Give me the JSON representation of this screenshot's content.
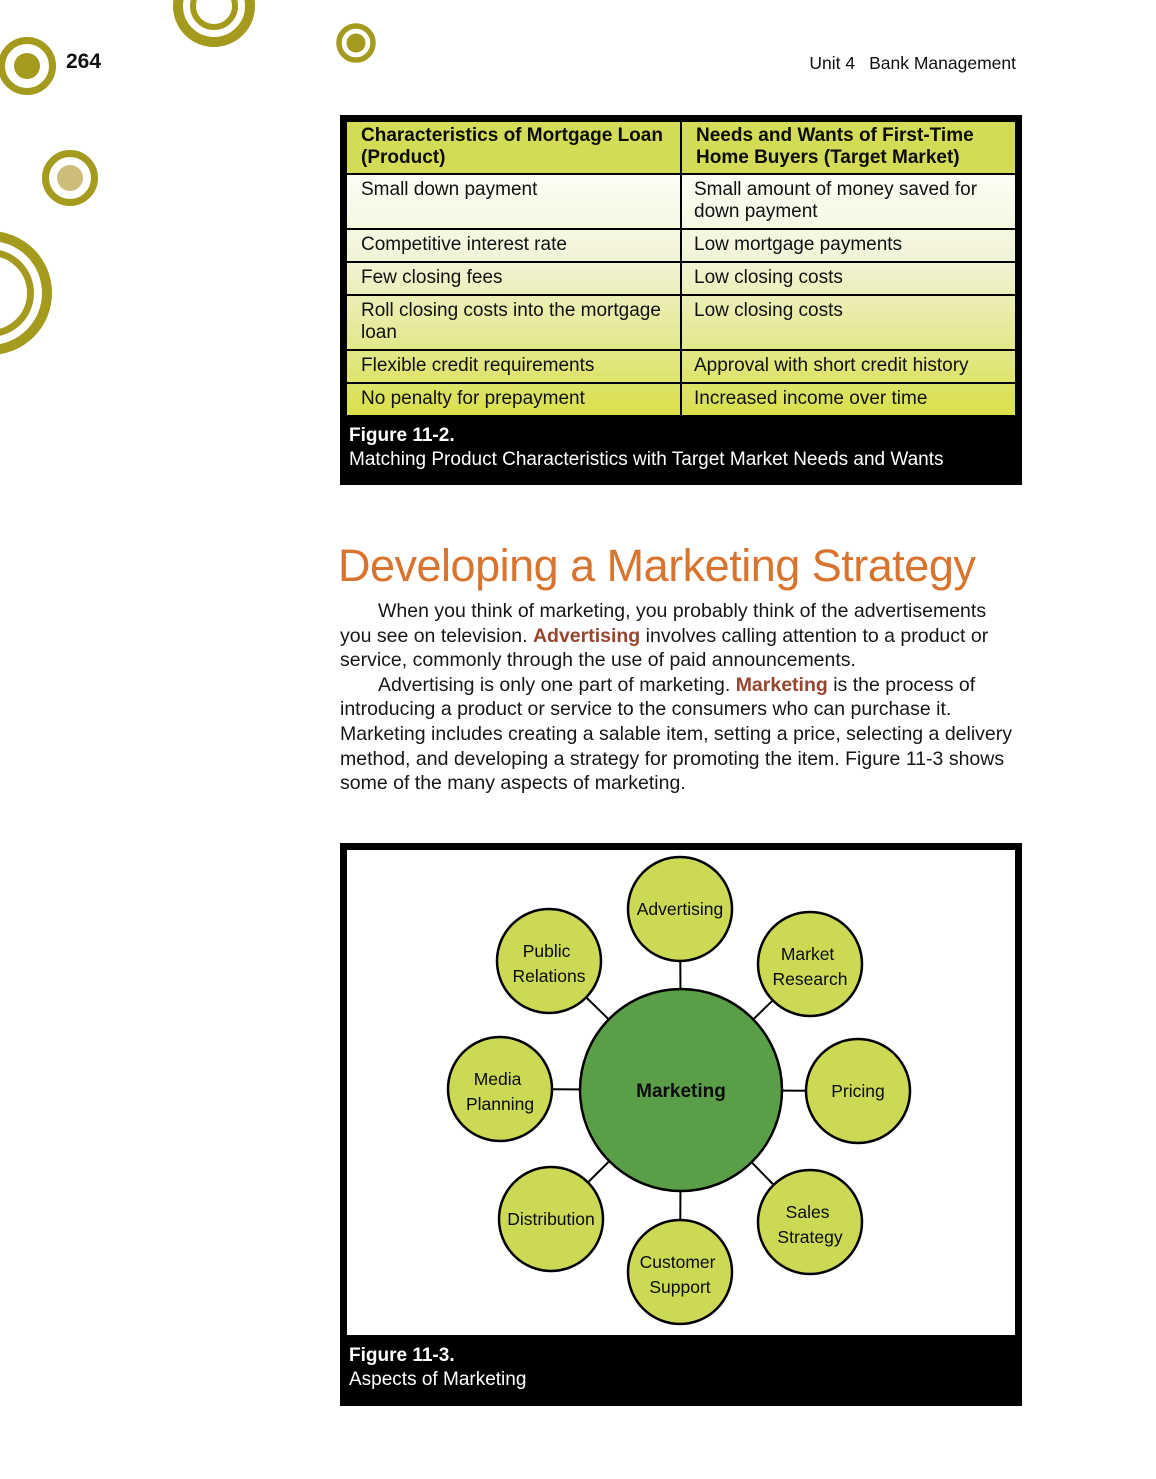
{
  "page": {
    "number": "264",
    "header_unit": "Unit 4",
    "header_title": "Bank Management"
  },
  "colors": {
    "olive_decoration": "#a49a1e",
    "tan_decoration": "#cbbe7b",
    "table_header_green": "#d4db57",
    "table_gradient_bottom": "#d9e04a",
    "heading_orange": "#d9742e",
    "keyword_brown": "#96452f",
    "diagram_center_green": "#5b9e48",
    "diagram_node_green": "#ccd955"
  },
  "figure_11_2": {
    "columns": [
      "Characteristics of Mortgage Loan (Product)",
      "Needs and Wants of First-Time Home Buyers (Target Market)"
    ],
    "rows": [
      [
        "Small down payment",
        "Small amount of money saved for down payment"
      ],
      [
        "Competitive interest rate",
        "Low mortgage payments"
      ],
      [
        "Few closing fees",
        "Low closing costs"
      ],
      [
        "Roll closing costs into the mortgage loan",
        "Low closing costs"
      ],
      [
        "Flexible credit requirements",
        "Approval with short credit history"
      ],
      [
        "No penalty for prepayment",
        "Increased income over time"
      ]
    ],
    "caption_label": "Figure 11-2.",
    "caption_text": "Matching Product Characteristics with Target Market Needs and Wants"
  },
  "section": {
    "heading": "Developing a Marketing Strategy",
    "paragraph1": [
      {
        "text": "When you think of marketing, you probably think of the advertisements you see on television. "
      },
      {
        "text": "Advertising",
        "keyword": true
      },
      {
        "text": " involves calling attention to a product or service, commonly through the use of paid announcements."
      }
    ],
    "paragraph2": [
      {
        "text": "Advertising is only one part of marketing. "
      },
      {
        "text": "Marketing",
        "keyword": true
      },
      {
        "text": " is the process of introducing a product or service to the consumers who can purchase it. Marketing includes creating a salable item, setting a price, selecting a delivery method, and developing a strategy for promoting the item. Figure 11-3 shows some of the many aspects of marketing."
      }
    ]
  },
  "figure_11_3": {
    "caption_label": "Figure 11-3.",
    "caption_text": "Aspects of Marketing",
    "diagram": {
      "center": {
        "label": "Marketing"
      },
      "nodes": [
        {
          "id": "advertising",
          "label": "Advertising"
        },
        {
          "id": "public-relations",
          "line1": "Public",
          "line2": "Relations"
        },
        {
          "id": "market-research",
          "line1": "Market",
          "line2": "Research"
        },
        {
          "id": "media-planning",
          "line1": "Media",
          "line2": "Planning"
        },
        {
          "id": "pricing",
          "label": "Pricing"
        },
        {
          "id": "distribution",
          "label": "Distribution"
        },
        {
          "id": "sales-strategy",
          "line1": "Sales",
          "line2": "Strategy"
        },
        {
          "id": "customer-support",
          "line1": "Customer",
          "line2": "Support"
        }
      ]
    }
  }
}
